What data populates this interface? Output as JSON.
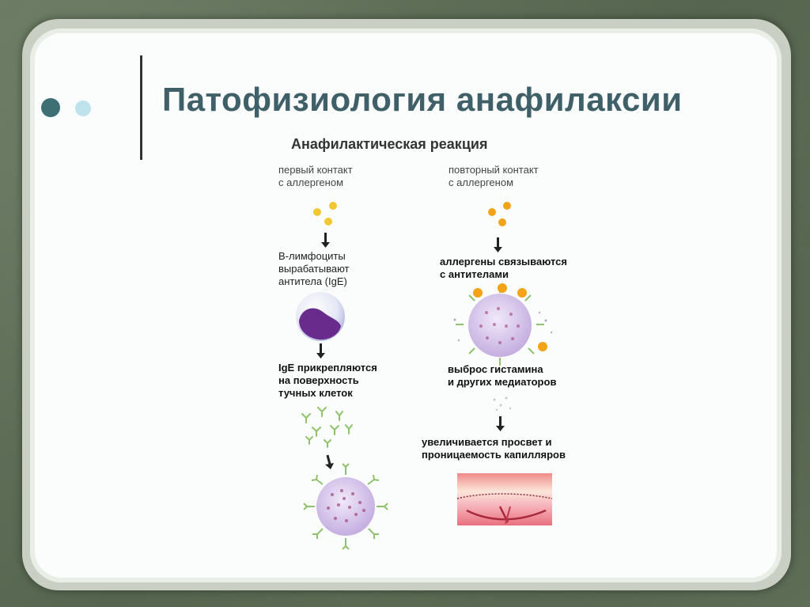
{
  "slide": {
    "title": "Патофизиология анафилаксии",
    "subtitle": "Анафилактическая реакция"
  },
  "left_column": {
    "step1": [
      "первый контакт",
      "с аллергеном"
    ],
    "step2": [
      "В-лимфоциты",
      "вырабатывают",
      "антитела (IgE)"
    ],
    "step3": [
      "IgE прикрепляются",
      "на поверхность",
      "тучных клеток"
    ]
  },
  "right_column": {
    "step1": [
      "повторный контакт",
      "с аллергеном"
    ],
    "step2": [
      "аллергены связываются",
      "с антителами"
    ],
    "step3": [
      "выброс гистамина",
      "и других медиаторов"
    ],
    "step4": [
      "увеличивается просвет и",
      "проницаемость капилляров"
    ]
  },
  "colors": {
    "title": "#3f6068",
    "allergen": "#f2c832",
    "cell": "#c7b3e0",
    "antibody": "#8fc26a",
    "nucleus": "#6a2c8c",
    "vessel": "#e36a7a"
  }
}
